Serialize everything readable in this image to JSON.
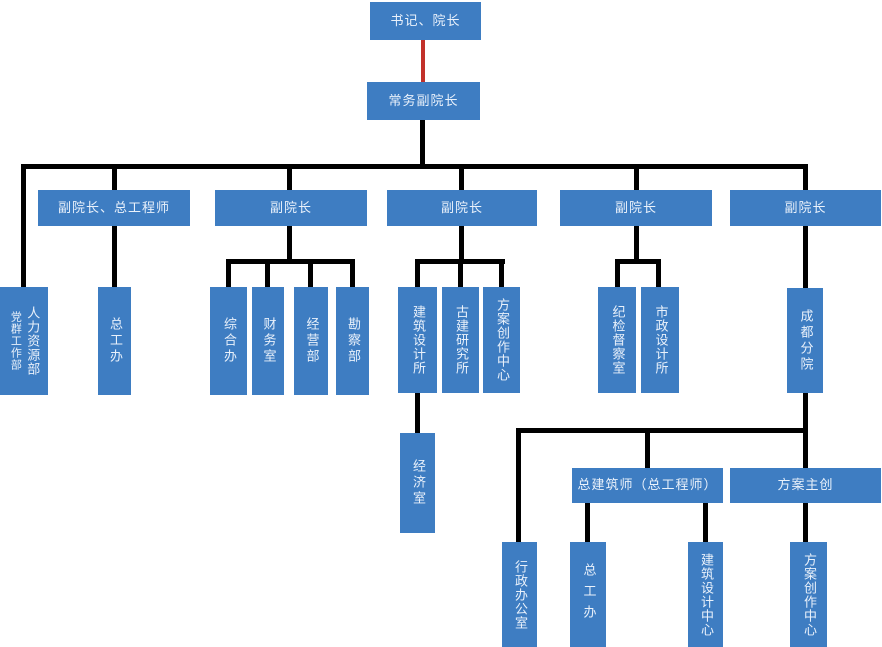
{
  "diagram": {
    "type": "org-chart",
    "description_visible_only": true
  },
  "colors": {
    "box_fill": "#3E7DC2",
    "box_text": "#E9F1FB",
    "connector": "#000000",
    "connector_special_red": "#C2312A",
    "background": "#FFFFFF"
  },
  "nodes": {
    "secretary_president": "书记、院长",
    "executive_vp": "常务副院长",
    "vp_chief_engineer": "副院长、总工程师",
    "vp1": "副院长",
    "vp2": "副院长",
    "vp3": "副院长",
    "vp4": "副院长",
    "party_mass_dept": "党群工作部",
    "hr_dept": "人力资源部",
    "chief_eng_office": "总工办",
    "general_office": "综合办",
    "finance_office": "财务室",
    "operations_dept": "经营部",
    "survey_dept": "勘察部",
    "arch_design_institute": "建筑设计所",
    "ancient_arch_institute": "古建研究所",
    "scheme_creation_center": "方案创作中心",
    "economics_office": "经济室",
    "discipline_inspection_office": "纪检督察室",
    "municipal_design_institute": "市政设计所",
    "chengdu_branch": "成都分院",
    "admin_office": "行政办公室",
    "chief_architect": "总建筑师（总工程师）",
    "scheme_lead": "方案主创",
    "chief_eng_office_2": "总工办",
    "arch_design_center": "建筑设计中心",
    "scheme_creation_center_2": "方案创作中心"
  }
}
